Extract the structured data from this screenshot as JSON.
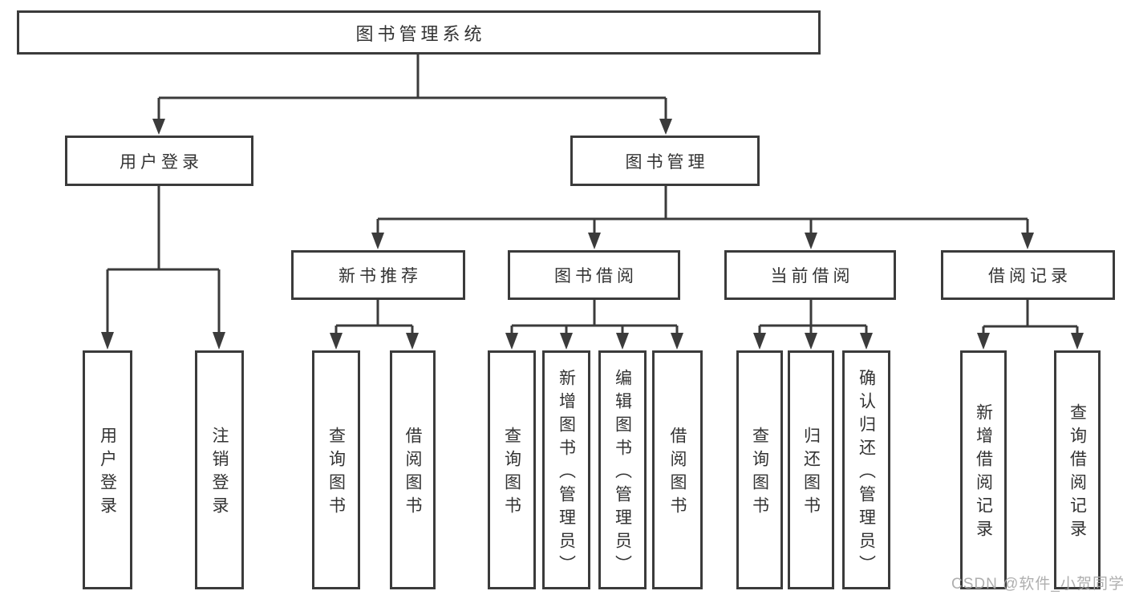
{
  "tree": {
    "label": "图书管理系统",
    "children": [
      {
        "label": "用户登录",
        "children": [
          {
            "label": "用户登录"
          },
          {
            "label": "注销登录"
          }
        ]
      },
      {
        "label": "图书管理",
        "children": [
          {
            "label": "新书推荐",
            "children": [
              {
                "label": "查询图书"
              },
              {
                "label": "借阅图书"
              }
            ]
          },
          {
            "label": "图书借阅",
            "children": [
              {
                "label": "查询图书"
              },
              {
                "label": "新增图书（管理员）"
              },
              {
                "label": "编辑图书（管理员）"
              },
              {
                "label": "借阅图书"
              }
            ]
          },
          {
            "label": "当前借阅",
            "children": [
              {
                "label": "查询图书"
              },
              {
                "label": "归还图书"
              },
              {
                "label": "确认归还（管理员）"
              }
            ]
          },
          {
            "label": "借阅记录",
            "children": [
              {
                "label": "新增借阅记录"
              },
              {
                "label": "查询借阅记录"
              }
            ]
          }
        ]
      }
    ]
  },
  "colors": {
    "line": "#3b3b3b",
    "text": "#333333",
    "watermark": "#a8a8a8"
  },
  "watermark": "CSDN @软件_小贺同学"
}
